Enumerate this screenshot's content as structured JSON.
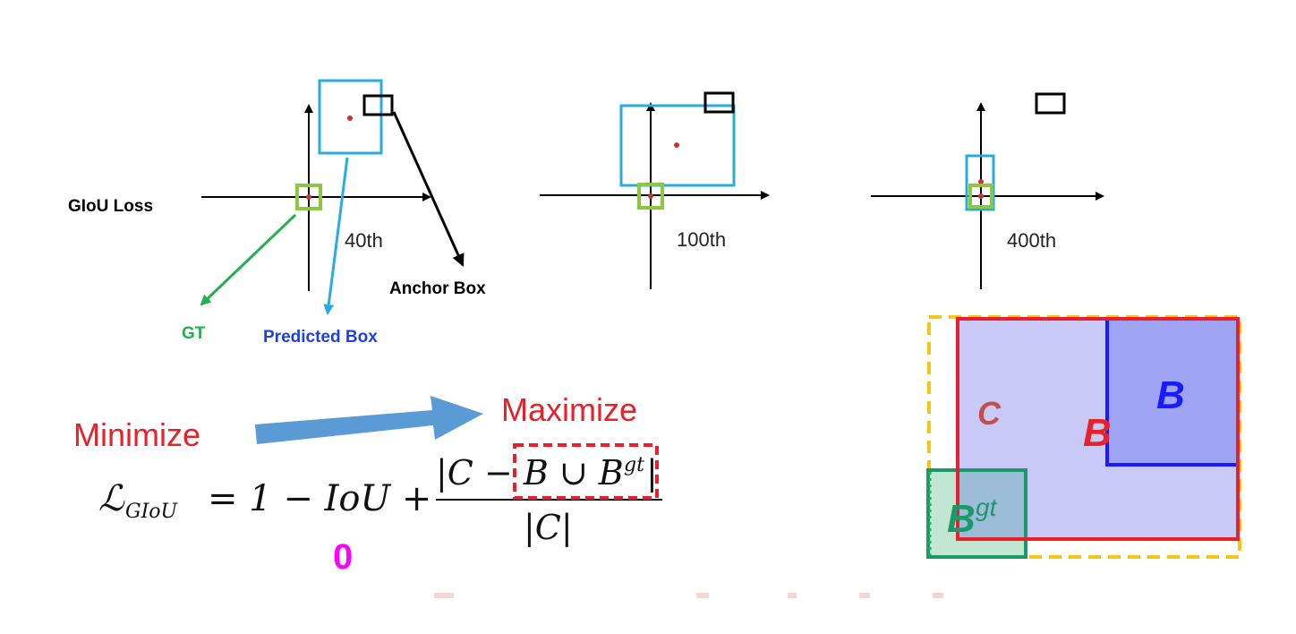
{
  "labels": {
    "giou_loss": "GIoU Loss",
    "iter_40": "40th",
    "iter_100": "100th",
    "iter_400": "400th",
    "anchor_box": "Anchor Box",
    "gt": "GT",
    "predicted_box": "Predicted Box",
    "minimize": "Minimize",
    "maximize": "Maximize",
    "zero": "0"
  },
  "formula": {
    "lhs_symbol": "ℒ",
    "lhs_subscript": "GIoU",
    "equals_part": "= 1 − IoU +",
    "numerator": "|C − B ∪ B",
    "numerator_sup": "gt",
    "denominator": "|C|"
  },
  "venn": {
    "c_label": "C",
    "b_red_label": "B",
    "b_blue_label": "B",
    "bgt_label": "B",
    "bgt_sup": "gt"
  },
  "colors": {
    "gt": "#22b14c",
    "gt_box": "#8dc63f",
    "predicted": "#29abe2",
    "predicted_text": "#1f3fe0",
    "anchor": "#000000",
    "red": "#e8202a",
    "blue_arrow": "#5b9bd5",
    "magenta": "#ff00ff",
    "c_text": "#c0504d",
    "yellow_dash": "#f5c518",
    "teal": "#1a9a6a"
  }
}
